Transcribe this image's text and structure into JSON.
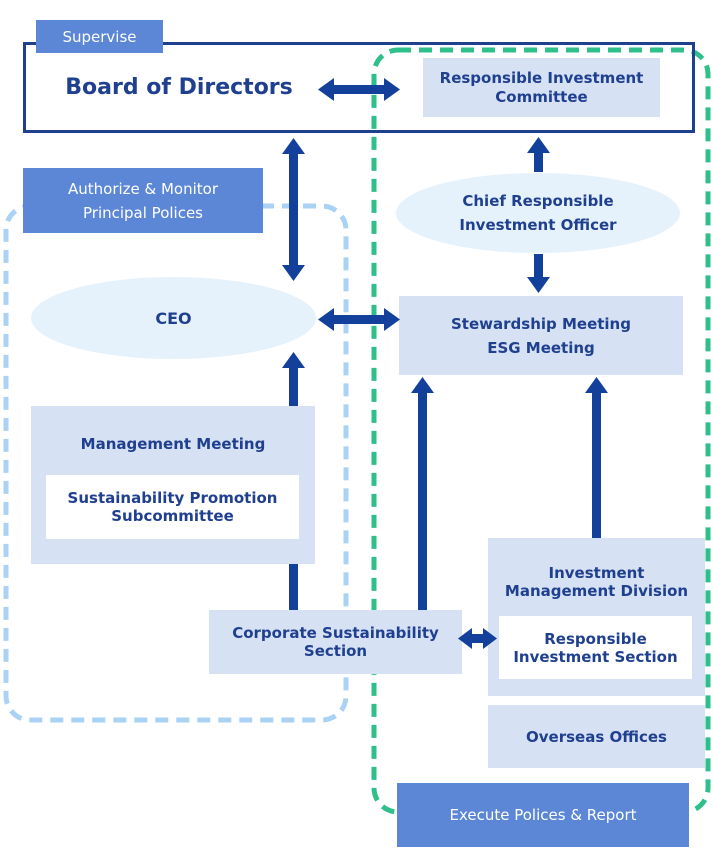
{
  "labels": {
    "supervise": "Supervise",
    "authorize": [
      "Authorize & Monitor",
      "Principal Polices"
    ],
    "execute": "Execute Polices & Report"
  },
  "nodes": {
    "board": "Board of Directors",
    "ri_committee": [
      "Responsible Investment",
      "Committee"
    ],
    "chief_officer": [
      "Chief Responsible",
      "Investment Officer"
    ],
    "ceo": "CEO",
    "stewardship": [
      "Stewardship Meeting",
      "ESG Meeting"
    ],
    "management_meeting": "Management Meeting",
    "sustainability_subcommittee": [
      "Sustainability Promotion",
      "Subcommittee"
    ],
    "corporate_sustainability": [
      "Corporate Sustainability",
      "Section"
    ],
    "investment_division": [
      "Investment",
      "Management Division"
    ],
    "ri_section": [
      "Responsible",
      "Investment Section"
    ],
    "overseas": "Overseas Offices"
  },
  "colors": {
    "navy": "#1f3f8f",
    "arrow": "#12409b",
    "light_box": "#d7e1f4",
    "tag": "#5b87d6",
    "green_dash": "#2fbf8a",
    "blue_dash": "#a9d2f5",
    "ellipse": "#e6f2fb"
  }
}
